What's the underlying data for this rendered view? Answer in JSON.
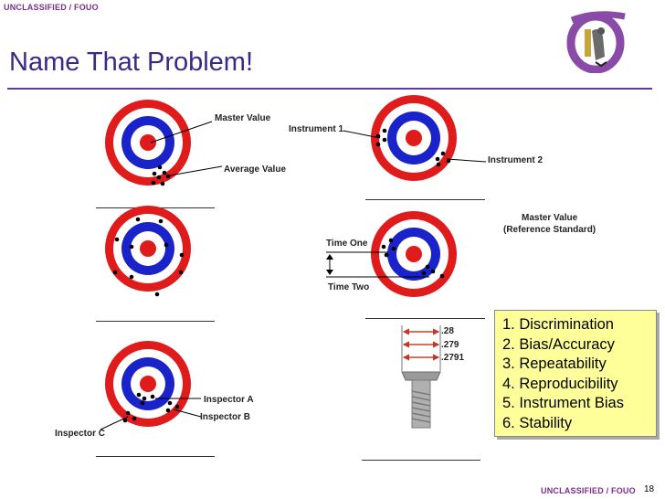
{
  "header": {
    "classification": "UNCLASSIFIED / FOUO"
  },
  "title": "Name That Problem!",
  "targets": {
    "t1": {
      "master_value": "Master Value",
      "average_value": "Average Value"
    },
    "t4": {
      "instrument_1": "Instrument 1",
      "instrument_2": "Instrument 2"
    },
    "t5": {
      "time_one": "Time One",
      "time_two": "Time Two"
    },
    "t3": {
      "inspector_a": "Inspector A",
      "inspector_b": "Inspector B",
      "inspector_c": "Inspector C"
    }
  },
  "master_value_note": {
    "line1": "Master Value",
    "line2": "(Reference Standard)"
  },
  "measurements": [
    ".28",
    ".279",
    ".2791"
  ],
  "answers": [
    "1. Discrimination",
    "2. Bias/Accuracy",
    "3. Repeatability",
    "4. Reproducibility",
    "5. Instrument Bias",
    "6. Stability"
  ],
  "footer": {
    "classification": "UNCLASSIFIED / FOUO",
    "page_number": "18"
  },
  "colors": {
    "title": "#3a2a85",
    "classification": "#7a2f8e",
    "target_red": "#e01b1b",
    "target_blue": "#1a22c9",
    "answer_bg": "#ffff99"
  }
}
